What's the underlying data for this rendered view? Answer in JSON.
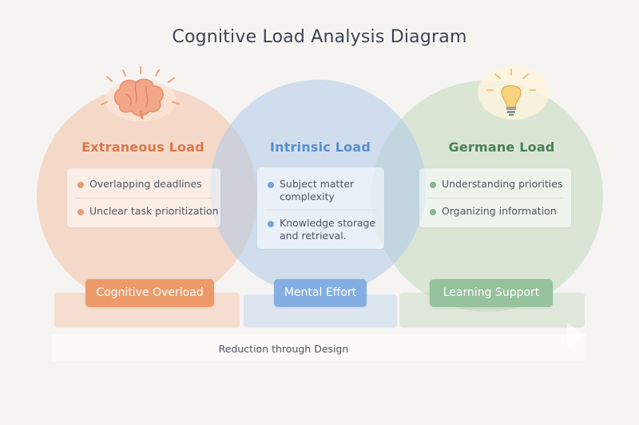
{
  "title": "Cognitive Load Analysis Diagram",
  "colors": {
    "extraneous": "#e98a5e",
    "intrinsic": "#6a9ad6",
    "germane": "#7aae84"
  },
  "zones": [
    {
      "name": "Extraneous Load",
      "icon": "brain-icon",
      "items": [
        "Overlapping deadlines",
        "Unclear task prioritization"
      ],
      "pill": "Cognitive Overload"
    },
    {
      "name": "Intrinsic Load",
      "items": [
        "Subject matter complexity",
        "Knowledge storage and retrieval."
      ],
      "pill": "Mental Effort"
    },
    {
      "name": "Germane Load",
      "icon": "lightbulb-icon",
      "items": [
        "Understanding priorities",
        "Organizing information"
      ],
      "pill": "Learning Support"
    }
  ],
  "arrow_label": "Reduction through Design"
}
